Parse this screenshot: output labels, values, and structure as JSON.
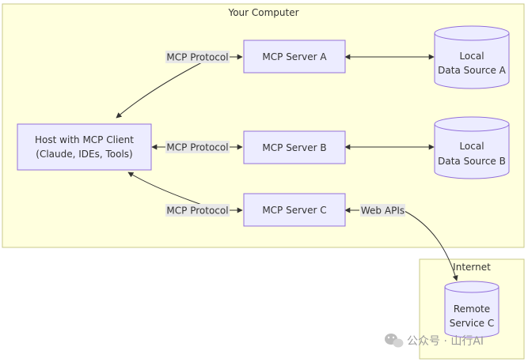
{
  "regions": {
    "computer_label": "Your Computer",
    "internet_label": "Internet"
  },
  "nodes": {
    "host_line1": "Host with MCP Client",
    "host_line2": "(Claude, IDEs, Tools)",
    "server_a": "MCP Server A",
    "server_b": "MCP Server B",
    "server_c": "MCP Server C",
    "ds_a_line1": "Local",
    "ds_a_line2": "Data Source A",
    "ds_b_line1": "Local",
    "ds_b_line2": "Data Source B",
    "remote_line1": "Remote",
    "remote_line2": "Service C"
  },
  "edges": {
    "protocol_a": "MCP Protocol",
    "protocol_b": "MCP Protocol",
    "protocol_c": "MCP Protocol",
    "web_apis": "Web APIs"
  },
  "watermark": {
    "text": "公众号 · 山行AI"
  },
  "colors": {
    "region_fill": "#ffffde",
    "region_stroke": "#c9c98a",
    "node_fill": "#ececff",
    "node_stroke": "#9370db",
    "edge": "#333333"
  }
}
